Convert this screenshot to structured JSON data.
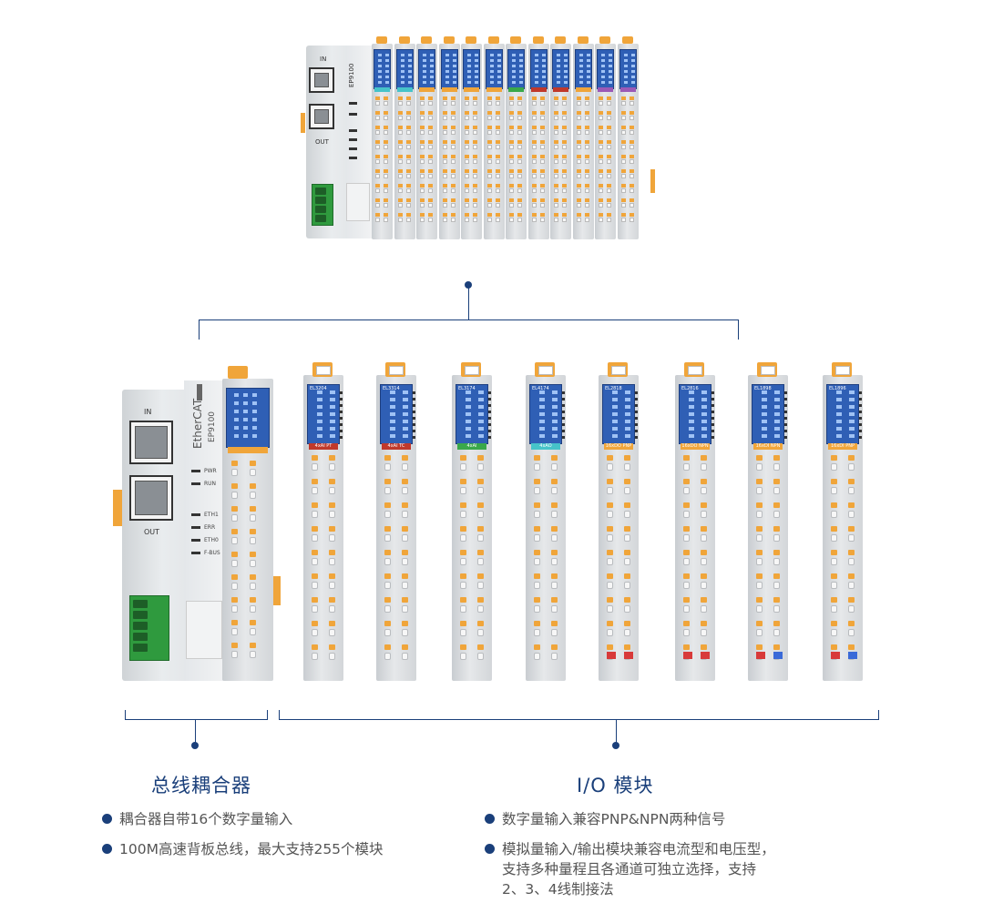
{
  "hardware": {
    "coupler_brand": "EtherCAT",
    "coupler_model": "EP9100",
    "port_in_label": "IN",
    "port_out_label": "OUT",
    "status_leds": [
      "PWR",
      "RUN",
      "ETH1",
      "ERR",
      "ETH0",
      "F-BUS"
    ],
    "modules": [
      {
        "model": "EL3204",
        "tag": "4xAI PT",
        "tag_color": "#c0392b"
      },
      {
        "model": "EL3314",
        "tag": "4xAI TC",
        "tag_color": "#c0392b"
      },
      {
        "model": "EL3174",
        "tag": "4xAI",
        "tag_color": "#3aa84a"
      },
      {
        "model": "EL4174",
        "tag": "4xAO",
        "tag_color": "#46c3c9"
      },
      {
        "model": "EL2818",
        "tag": "16xDO PNP",
        "tag_color": "#f0a53a"
      },
      {
        "model": "EL2816",
        "tag": "16xDO NPN",
        "tag_color": "#f0a53a"
      },
      {
        "model": "EL1898",
        "tag": "16xDI NPN",
        "tag_color": "#f0a53a"
      },
      {
        "model": "EL1896",
        "tag": "16xDI PNP",
        "tag_color": "#f0a53a"
      }
    ],
    "top_strip_tags": [
      "#46c3c9",
      "#46c3c9",
      "#f0a53a",
      "#f0a53a",
      "#f0a53a",
      "#f0a53a",
      "#3aa84a",
      "#c0392b",
      "#c0392b",
      "#f0a53a",
      "#9b59b6",
      "#9b59b6"
    ]
  },
  "left": {
    "title": "总线耦合器",
    "bullets": [
      "耦合器自带16个数字量输入",
      "100M高速背板总线，最大支持255个模块"
    ]
  },
  "right": {
    "title": "I/O 模块",
    "bullets": [
      "数字量输入兼容PNP&NPN两种信号",
      [
        "模拟量输入/输出模块兼容电流型和电压型，",
        "支持多种量程且各通道可独立选择，支持",
        "2、3、4线制接法"
      ]
    ]
  },
  "colors": {
    "accent": "#1a3f7a",
    "orange": "#f0a53a",
    "blue_terminal": "#2f5fb5",
    "green_terminal": "#2f9a3e"
  }
}
